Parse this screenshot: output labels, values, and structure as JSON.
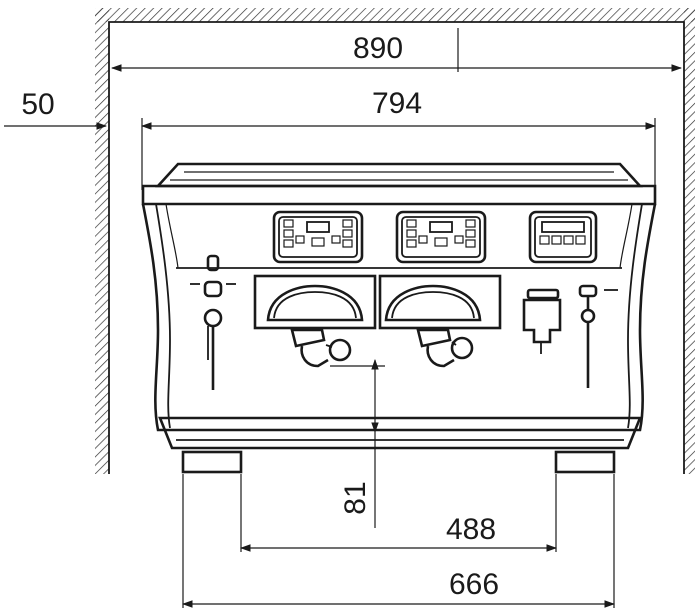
{
  "dimensions": {
    "cabinet_inner_width": "890",
    "machine_width": "794",
    "side_clearance": "50",
    "feet_inner_span": "488",
    "feet_outer_span": "666",
    "cup_clearance_height": "81"
  }
}
